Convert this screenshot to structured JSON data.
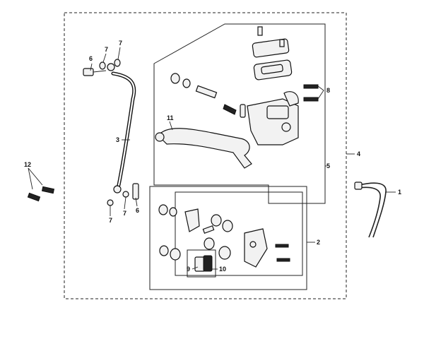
{
  "callouts": {
    "c1": "1",
    "c2": "2",
    "c3": "3",
    "c4": "4",
    "c5": "5",
    "c6a": "6",
    "c6b": "6",
    "c7a": "7",
    "c7b": "7",
    "c7c": "7",
    "c7d": "7",
    "c8": "8",
    "c9": "9",
    "c10": "10",
    "c11": "11",
    "c12": "12"
  },
  "parts": {
    "p1": "brake-switch-wire",
    "p2": "brake-caliper-assembly",
    "p3": "brake-hose",
    "p4": "front-brake-assembly",
    "p5": "master-cylinder-assembly",
    "p6": "banjo-bolt",
    "p7": "sealing-washer",
    "p8": "clamp-bolt",
    "p9": "pad-spring",
    "p10": "brake-pad",
    "p11": "brake-lever",
    "p12": "caliper-mount-bolt"
  }
}
